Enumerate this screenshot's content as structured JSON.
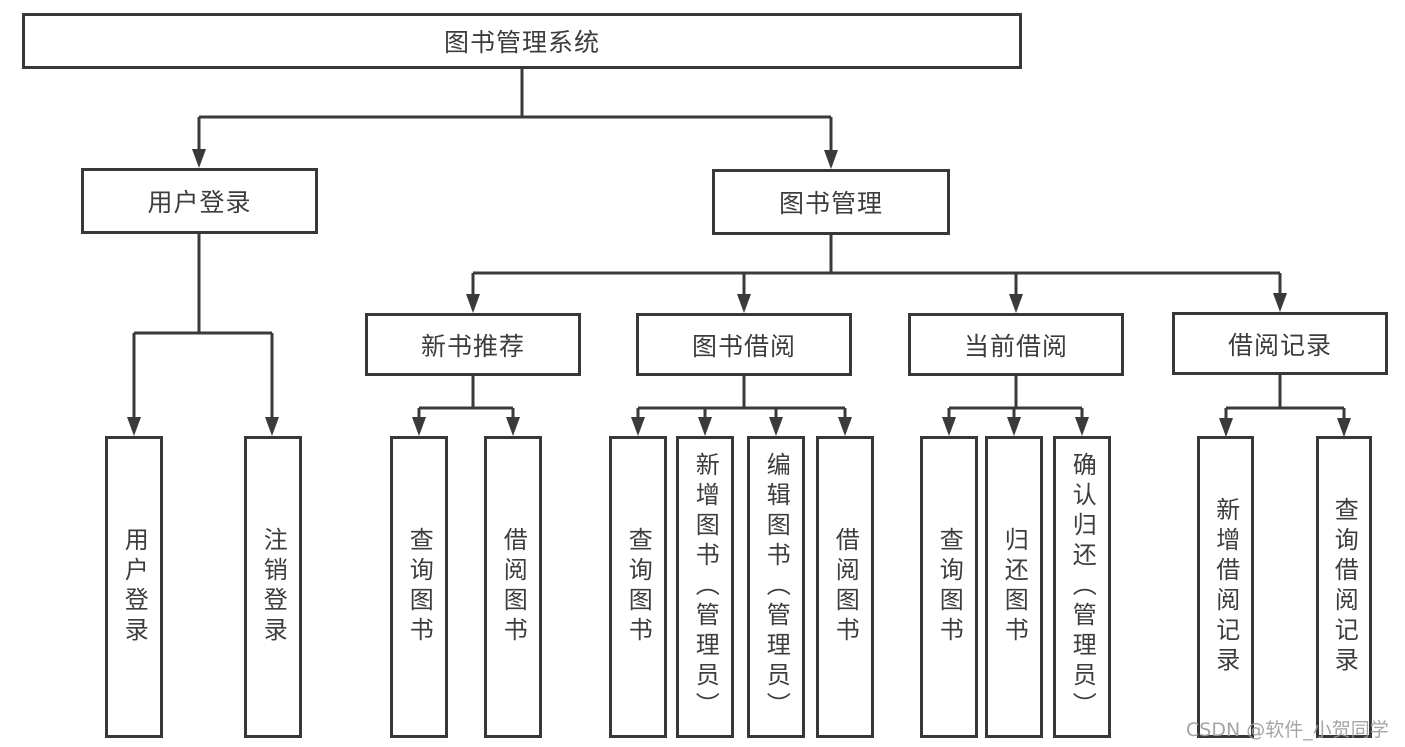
{
  "diagram": {
    "type": "hierarchy-tree",
    "colors": {
      "line": "#3a3a3a",
      "box_border": "#383838",
      "box_fill": "#ffffff",
      "text": "#3d3d3d",
      "watermark": "#9c9c9c",
      "background": "#ffffff"
    },
    "nodes": {
      "root": {
        "label": "图书管理系统"
      },
      "branches": [
        {
          "label": "用户登录",
          "children": [
            {
              "label": "用户登录"
            },
            {
              "label": "注销登录"
            }
          ]
        },
        {
          "label": "图书管理",
          "children": [
            {
              "label": "新书推荐",
              "children": [
                {
                  "label": "查询图书"
                },
                {
                  "label": "借阅图书"
                }
              ]
            },
            {
              "label": "图书借阅",
              "children": [
                {
                  "label": "查询图书"
                },
                {
                  "label": "新增图书（管理员）"
                },
                {
                  "label": "编辑图书（管理员）"
                },
                {
                  "label": "借阅图书"
                }
              ]
            },
            {
              "label": "当前借阅",
              "children": [
                {
                  "label": "查询图书"
                },
                {
                  "label": "归还图书"
                },
                {
                  "label": "确认归还（管理员）"
                }
              ]
            },
            {
              "label": "借阅记录",
              "children": [
                {
                  "label": "新增借阅记录"
                },
                {
                  "label": "查询借阅记录"
                }
              ]
            }
          ]
        }
      ]
    }
  },
  "watermark": {
    "text": "CSDN @软件_小贺同学"
  }
}
